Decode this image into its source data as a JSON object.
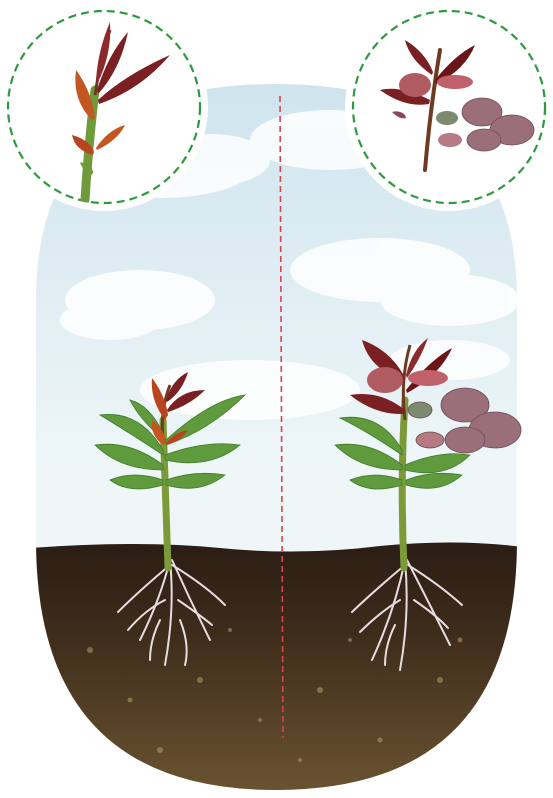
{
  "diagram": {
    "panels": [
      "left-plant",
      "right-plant"
    ],
    "insets": [
      "left-shoot-closeup",
      "right-shoot-closeup"
    ]
  },
  "colors": {
    "sky_top": "#cfe4ee",
    "sky_bottom": "#eef6f8",
    "soil_top": "#2b1d14",
    "soil_bottom": "#6b5531",
    "stem": "#7c9a3a",
    "leaf_green": "#5f9a3c",
    "leaf_dark_red": "#7a1f22",
    "leaf_mauve": "#9a6f7a",
    "root": "#e6dde0",
    "inset_border": "#2e9a3f",
    "divider": "#d9434a"
  }
}
